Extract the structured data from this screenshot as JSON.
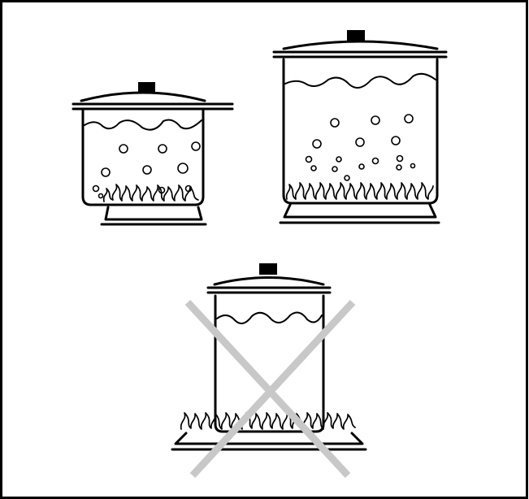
{
  "figure": {
    "panels": [
      {
        "id": "small-pot-correct",
        "burner": "small",
        "flame": "under-pot",
        "allowed": true
      },
      {
        "id": "large-pot-correct",
        "burner": "large",
        "flame": "under-pot",
        "allowed": true
      },
      {
        "id": "tall-pot-incorrect",
        "burner": "wide",
        "flame": "past-pot-edge",
        "allowed": false
      }
    ],
    "colors": {
      "line": "#000000",
      "background": "#ffffff",
      "cross": "#c8c8c8"
    },
    "icons": [
      "pot-lid-knob-icon",
      "flame-icon",
      "bubble-icon",
      "cross-icon"
    ]
  }
}
